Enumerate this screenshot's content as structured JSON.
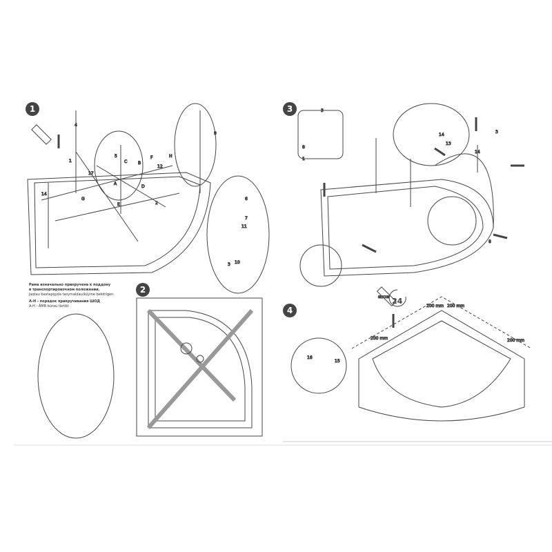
{
  "steps": [
    "1",
    "2",
    "3",
    "4"
  ],
  "note1": {
    "line1": "Рама изначально прикручена к поддону",
    "line2": "в транспортировочном положении.",
    "line3": "Jaqtau bastapqyda tasymaldau/küyine bekitilgen.",
    "line4": "A-H - порядок прикручивания ШОД",
    "line5": "A-H - ÄMB bürau tärtibi"
  },
  "step1_labels": [
    "4",
    "5",
    "C",
    "B",
    "F",
    "H",
    "12",
    "17",
    "A",
    "D",
    "G",
    "E",
    "2",
    "9",
    "14",
    "6",
    "7",
    "10",
    "11",
    "3",
    "1"
  ],
  "step3_labels": [
    "3",
    "8",
    "1",
    "14",
    "13",
    "14",
    "3",
    "8"
  ],
  "step4": {
    "cure_hours": "24",
    "dims": [
      "200 mm",
      "200 mm",
      "200 mm",
      "200 mm"
    ],
    "detail_labels": [
      "16",
      "15"
    ],
    "silicone_label": "SILICON"
  }
}
